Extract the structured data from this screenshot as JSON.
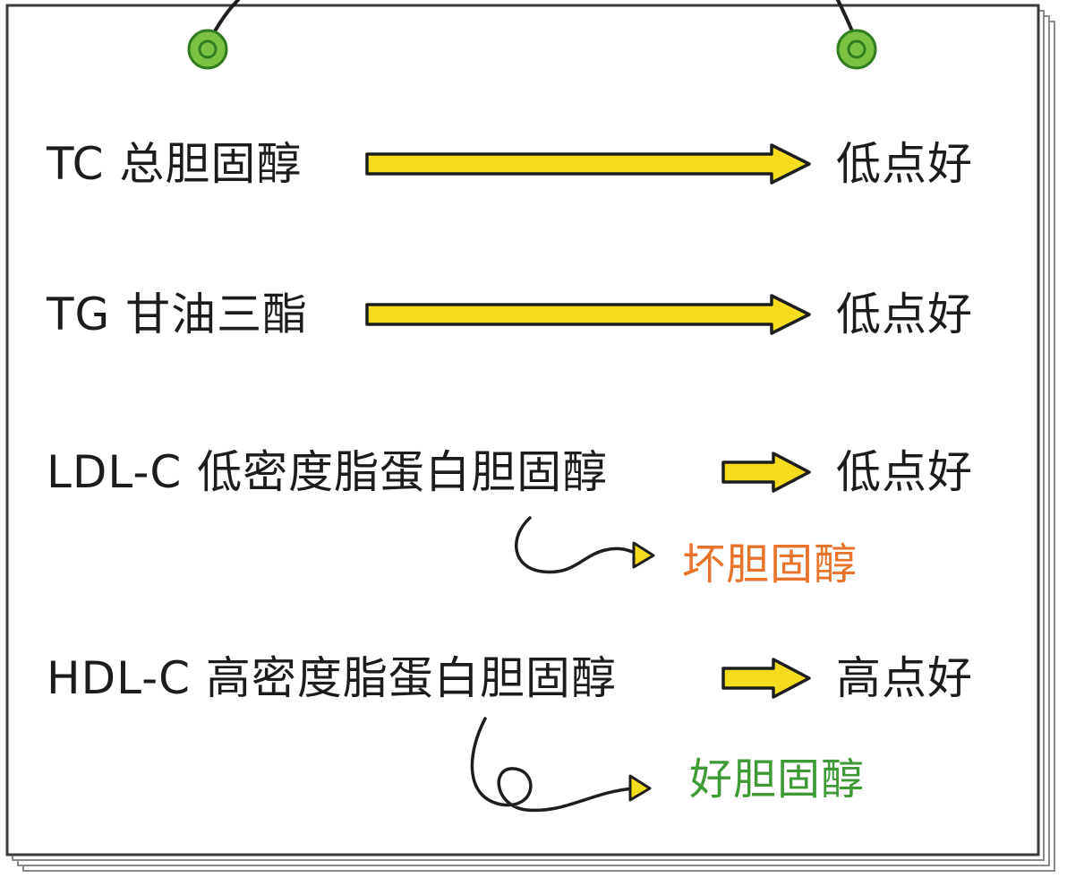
{
  "rows": [
    {
      "term": "TC 总胆固醇",
      "result": "低点好"
    },
    {
      "term": "TG 甘油三酯",
      "result": "低点好"
    },
    {
      "term": "LDL-C 低密度脂蛋白胆固醇",
      "result": "低点好"
    },
    {
      "term": "HDL-C 高密度脂蛋白胆固醇",
      "result": "高点好"
    }
  ],
  "notes": {
    "bad": "坏胆固醇",
    "good": "好胆固醇"
  },
  "colors": {
    "arrow_fill": "#f5dc1e",
    "arrow_stroke": "#1e1e1e",
    "bad_text": "#e8732a",
    "good_text": "#3e9a34",
    "pin_outer": "#7cc242",
    "pin_ring": "#2f7d1f",
    "paper_border": "#3a3a3a"
  }
}
